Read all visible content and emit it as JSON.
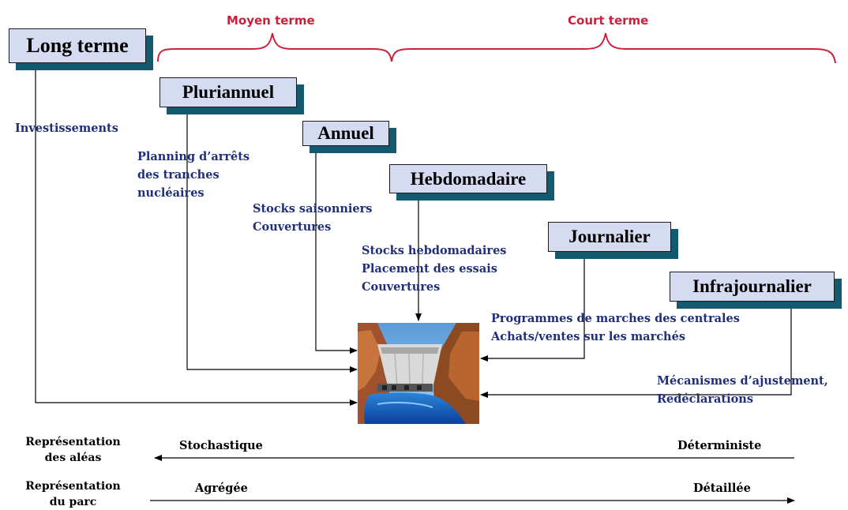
{
  "horizons": {
    "moyen_terme": "Moyen terme",
    "court_terme": "Court terme"
  },
  "boxes": {
    "long_terme": "Long terme",
    "pluriannuel": "Pluriannuel",
    "annuel": "Annuel",
    "hebdomadaire": "Hebdomadaire",
    "journalier": "Journalier",
    "infrajournalier": "Infrajournalier"
  },
  "descriptions": {
    "investissements": [
      "Investissements"
    ],
    "pluriannuel": [
      "Planning d’arrêts",
      "des tranches",
      "nucléaires"
    ],
    "annuel": [
      "Stocks saisonniers",
      "Couvertures"
    ],
    "hebdomadaire": [
      "Stocks hebdomadaires",
      "Placement des essais",
      "Couvertures"
    ],
    "journalier": [
      "Programmes de marches des centrales",
      "Achats/ventes sur les marchés"
    ],
    "infrajournalier": [
      "Mécanismes d’ajustement,",
      "Redéclarations"
    ]
  },
  "footer": {
    "aleas_label": [
      "Représentation",
      "des aléas"
    ],
    "stochastique": "Stochastique",
    "deterministe": "Déterministe",
    "parc_label": [
      "Représentation",
      "du parc"
    ],
    "agregee": "Agrégée",
    "detaillee": "Détaillée"
  },
  "colors": {
    "box_fill": "#d5dcf2",
    "box_shadow": "#135a70",
    "horizon_text": "#cc1f3c",
    "description_text": "#1f2f7a"
  }
}
